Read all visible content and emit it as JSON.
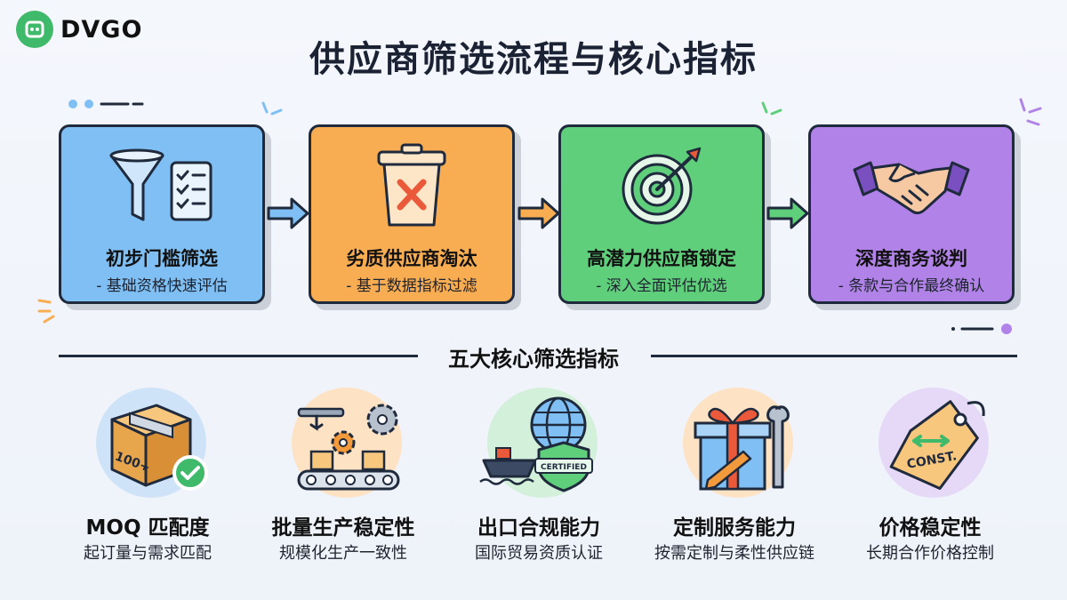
{
  "brand": {
    "name": "DVGO",
    "color": "#3fb96a"
  },
  "title": "供应商筛选流程与核心指标",
  "steps": [
    {
      "title": "初步门槛筛选",
      "subtitle": "- 基础资格快速评估",
      "icon": "funnel-checklist-icon",
      "color": "#7fbff3"
    },
    {
      "title": "劣质供应商淘汰",
      "subtitle": "- 基于数据指标过滤",
      "icon": "trash-cross-icon",
      "color": "#f9ad52"
    },
    {
      "title": "高潜力供应商锁定",
      "subtitle": "- 深入全面评估优选",
      "icon": "target-arrow-icon",
      "color": "#5fcf7c"
    },
    {
      "title": "深度商务谈判",
      "subtitle": "- 条款与合作最终确认",
      "icon": "handshake-icon",
      "color": "#b183e8"
    }
  ],
  "section_title": "五大核心筛选指标",
  "metrics": [
    {
      "title": "MOQ 匹配度",
      "subtitle": "起订量与需求匹配",
      "icon": "box-check-icon",
      "circle_color": "#cfe3f8",
      "icon_text": "100+"
    },
    {
      "title": "批量生产稳定性",
      "subtitle": "规模化生产一致性",
      "icon": "conveyor-gear-icon",
      "circle_color": "#fde2c4"
    },
    {
      "title": "出口合规能力",
      "subtitle": "国际贸易资质认证",
      "icon": "globe-ship-shield-icon",
      "circle_color": "#d3f0db",
      "icon_text": "CERTIFIED"
    },
    {
      "title": "定制服务能力",
      "subtitle": "按需定制与柔性供应链",
      "icon": "gift-wrench-icon",
      "circle_color": "#fde2c4"
    },
    {
      "title": "价格稳定性",
      "subtitle": "长期合作价格控制",
      "icon": "price-tag-icon",
      "circle_color": "#e6d8f7",
      "icon_text": "CONST."
    }
  ]
}
